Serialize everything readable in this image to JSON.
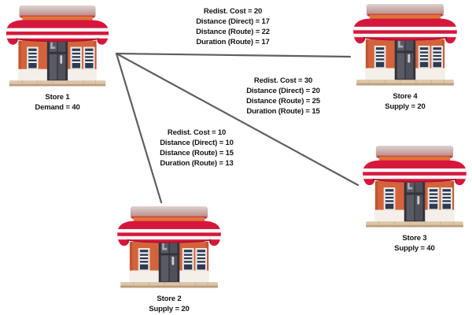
{
  "stores": [
    {
      "name": "Store 1",
      "info": "Demand = 40"
    },
    {
      "name": "Store 2",
      "info": "Supply = 20"
    },
    {
      "name": "Store 3",
      "info": "Supply = 40"
    },
    {
      "name": "Store 4",
      "info": "Supply = 20"
    }
  ],
  "links": [
    {
      "to": "Store 4",
      "lines": [
        "Redist. Cost = 20",
        "Distance (Direct) = 17",
        "Distance (Route) = 22",
        "Duration (Route) = 17"
      ]
    },
    {
      "to": "Store 3",
      "lines": [
        "Redist. Cost = 30",
        "Distance (Direct) = 20",
        "Distance (Route) = 25",
        "Duration (Route) = 15"
      ]
    },
    {
      "to": "Store 2",
      "lines": [
        "Redist. Cost = 10",
        "Distance (Direct) = 10",
        "Distance (Route) = 15",
        "Duration (Route) = 13"
      ]
    }
  ],
  "colors": {
    "awning_red": "#d5173b",
    "wall_orange": "#d4633c",
    "shutter_navy": "#2d3b53",
    "platform_tan": "#dcc5a9",
    "connector_gray": "#5f5f5f",
    "text": "#141414"
  }
}
